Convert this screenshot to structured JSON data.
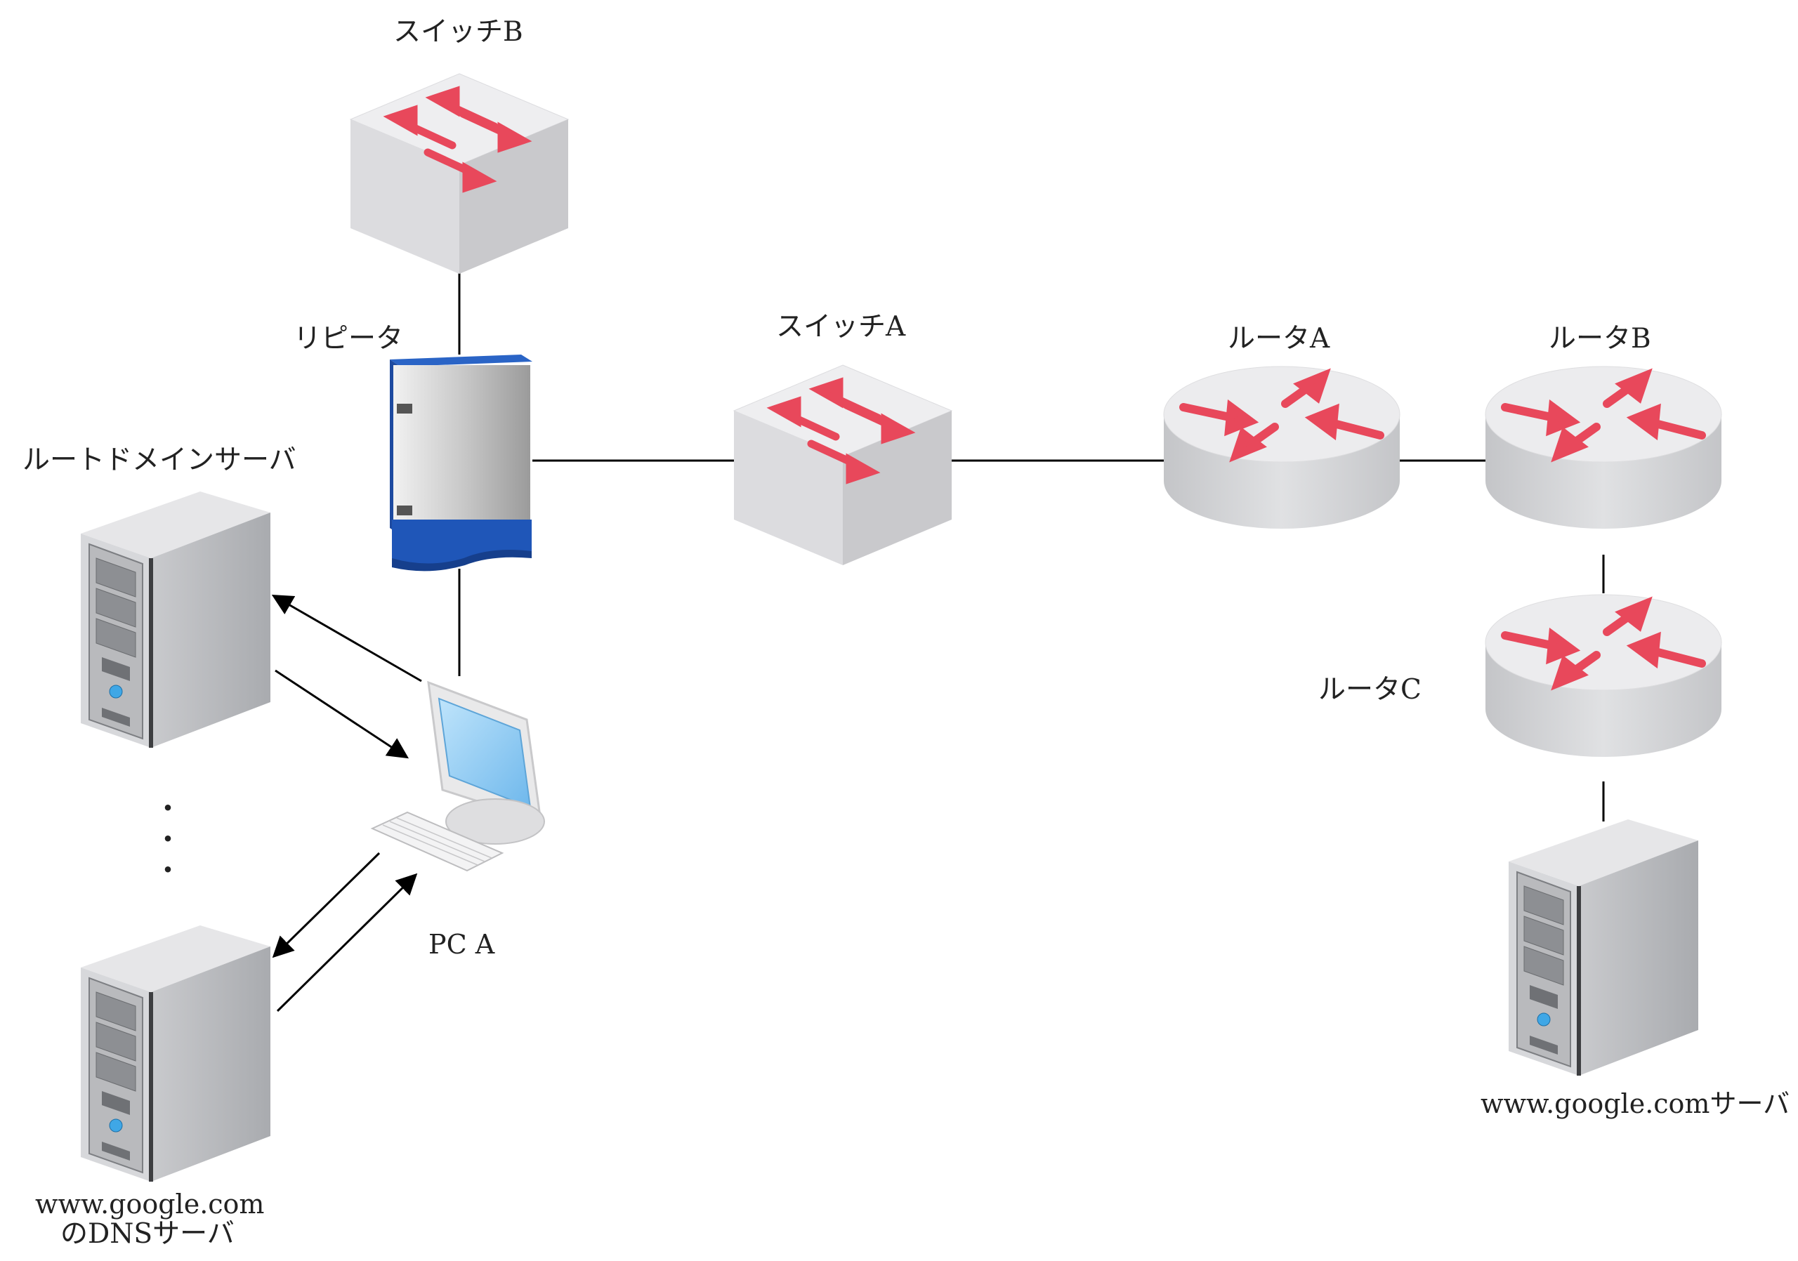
{
  "diagram": {
    "labels": {
      "switch_b": "スイッチB",
      "repeater": "リピータ",
      "switch_a": "スイッチA",
      "router_a": "ルータA",
      "router_b": "ルータB",
      "router_c": "ルータC",
      "root_dns": "ルートドメインサーバ",
      "pc_a": "PC A",
      "google_dns_line1": "www.google.com",
      "google_dns_line2": "のDNSサーバ",
      "google_server": "www.google.comサーバ",
      "ellipsis": "・・・"
    },
    "colors": {
      "arrow_red": "#e8485b",
      "device_gray": "#d9d9dc",
      "repeater_blue": "#1f56b8",
      "screen_blue": "#8ecbf3",
      "line": "#000000"
    }
  }
}
